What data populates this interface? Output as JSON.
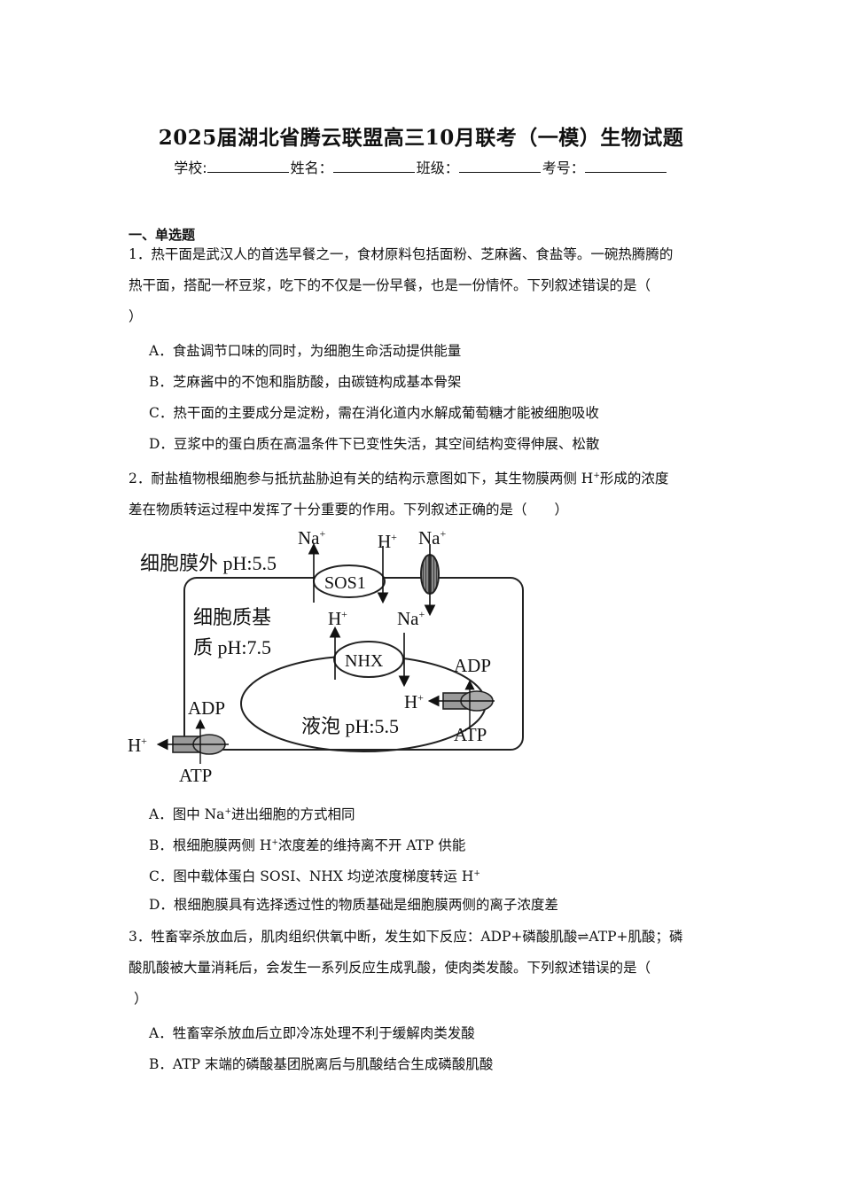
{
  "header": {
    "title": "2025届湖北省腾云联盟高三10月联考（一模）生物试题",
    "fields": [
      "学校:",
      "姓名：",
      "班级：",
      "考号："
    ]
  },
  "section_title": "一、单选题",
  "q1": {
    "line1": "1．热干面是武汉人的首选早餐之一，食材原料包括面粉、芝麻酱、食盐等。一碗热腾腾的",
    "line2": "热干面，搭配一杯豆浆，吃下的不仅是一份早餐，也是一份情怀。下列叙述错误的是（",
    "line3": "）",
    "options": [
      "A．食盐调节口味的同时，为细胞生命活动提供能量",
      "B．芝麻酱中的不饱和脂肪酸，由碳链构成基本骨架",
      "C．热干面的主要成分是淀粉，需在消化道内水解成葡萄糖才能被细胞吸收",
      "D．豆浆中的蛋白质在高温条件下已变性失活，其空间结构变得伸展、松散"
    ]
  },
  "q2": {
    "line1": "2．耐盐植物根细胞参与抵抗盐胁迫有关的结构示意图如下，其生物膜两侧 H",
    "line1_sup": "+",
    "line1_end": "形成的浓度",
    "line2": "差在物质转运过程中发挥了十分重要的作用。下列叙述正确的是（　　）",
    "options": {
      "A": [
        "A．图中 Na",
        "+",
        "进出细胞的方式相同"
      ],
      "B": [
        "B．根细胞膜两侧 H",
        "+",
        "浓度差的维持离不开 ATP 供能"
      ],
      "C": [
        "C．图中载体蛋白 SOSI、NHX 均逆浓度梯度转运 H",
        "+",
        ""
      ],
      "D": [
        "D．根细胞膜具有选择透过性的物质基础是细胞膜两侧的离子浓度差",
        "",
        ""
      ]
    }
  },
  "diagram": {
    "outside": "细胞膜外 pH:5.5",
    "cytoplasm1": "细胞质基",
    "cytoplasm2": "质 pH:7.5",
    "vacuole": "液泡 pH:5.5",
    "sos1": "SOS1",
    "nhx": "NHX",
    "na": "Na",
    "h": "H",
    "plus": "+",
    "adp": "ADP",
    "atp": "ATP"
  },
  "q3": {
    "line1": "3．牲畜宰杀放血后，肌肉组织供氧中断，发生如下反应：ADP+磷酸肌酸⇌ATP+肌酸；磷",
    "line2": "酸肌酸被大量消耗后，会发生一系列反应生成乳酸，使肉类发酸。下列叙述错误的是（",
    "line3": "）",
    "options": [
      "A．牲畜宰杀放血后立即冷冻处理不利于缓解肉类发酸",
      "B．ATP 末端的磷酸基团脱离后与肌酸结合生成磷酸肌酸"
    ]
  }
}
